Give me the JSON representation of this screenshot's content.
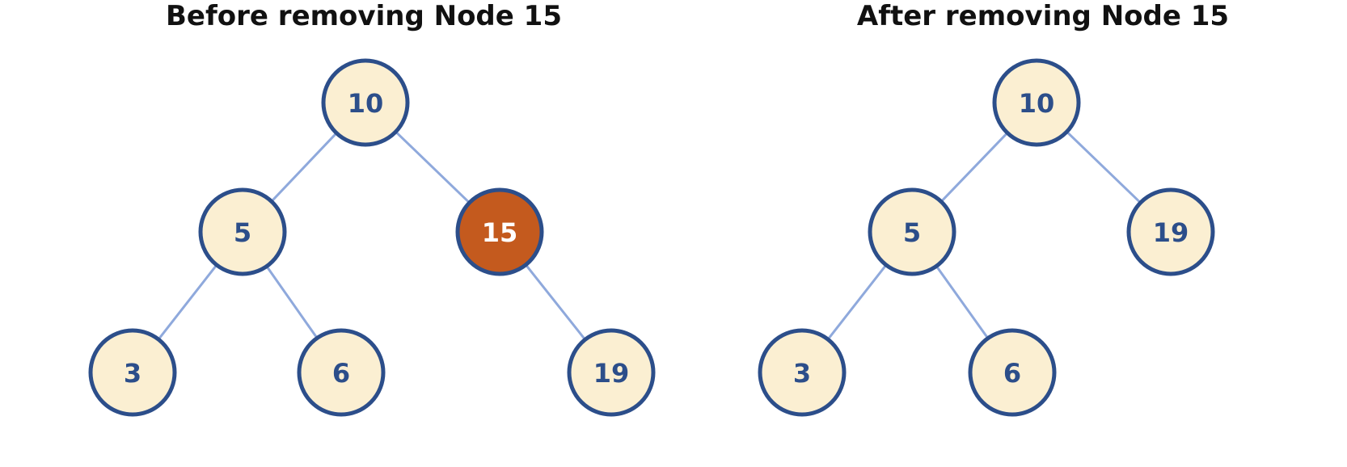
{
  "colors": {
    "node_fill": "#fbefd2",
    "node_stroke": "#2c4e8a",
    "node_text": "#2c4e8a",
    "highlight_fill": "#c45a1e",
    "highlight_text": "#ffffff",
    "edge": "#8fa9dc"
  },
  "before": {
    "title": "Before removing Node 15",
    "nodes": [
      {
        "id": "10",
        "label": "10",
        "highlighted": false
      },
      {
        "id": "5",
        "label": "5",
        "highlighted": false
      },
      {
        "id": "15",
        "label": "15",
        "highlighted": true
      },
      {
        "id": "3",
        "label": "3",
        "highlighted": false
      },
      {
        "id": "6",
        "label": "6",
        "highlighted": false
      },
      {
        "id": "19",
        "label": "19",
        "highlighted": false
      }
    ],
    "edges": [
      {
        "from": "10",
        "to": "5"
      },
      {
        "from": "10",
        "to": "15"
      },
      {
        "from": "5",
        "to": "3"
      },
      {
        "from": "5",
        "to": "6"
      },
      {
        "from": "15",
        "to": "19"
      }
    ]
  },
  "after": {
    "title": "After removing Node 15",
    "nodes": [
      {
        "id": "10",
        "label": "10",
        "highlighted": false
      },
      {
        "id": "5",
        "label": "5",
        "highlighted": false
      },
      {
        "id": "19",
        "label": "19",
        "highlighted": false
      },
      {
        "id": "3",
        "label": "3",
        "highlighted": false
      },
      {
        "id": "6",
        "label": "6",
        "highlighted": false
      }
    ],
    "edges": [
      {
        "from": "10",
        "to": "5"
      },
      {
        "from": "10",
        "to": "19"
      },
      {
        "from": "5",
        "to": "3"
      },
      {
        "from": "5",
        "to": "6"
      }
    ]
  }
}
